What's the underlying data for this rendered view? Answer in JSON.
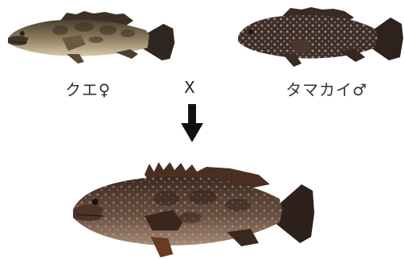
{
  "parents": {
    "female": {
      "label": "クエ♀",
      "icon": "kue-grouper-fish"
    },
    "male": {
      "label": "タマカイ♂",
      "icon": "giant-grouper-fish"
    }
  },
  "cross_symbol": "X",
  "arrow": {
    "icon": "down-arrow"
  },
  "offspring": {
    "icon": "hybrid-grouper-fish"
  }
}
